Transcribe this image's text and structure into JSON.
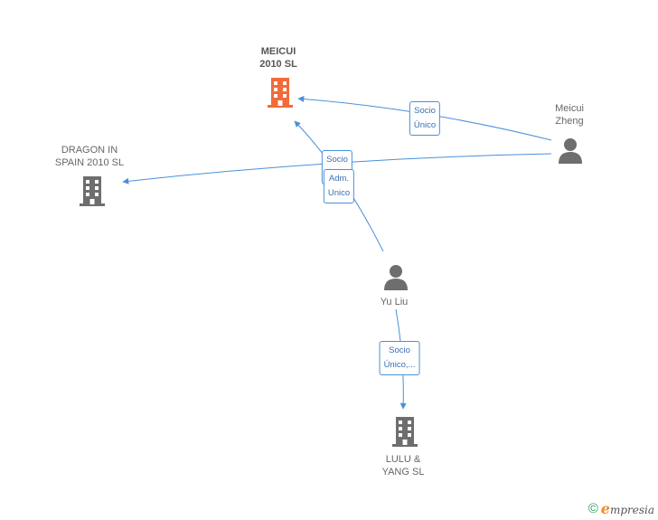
{
  "colors": {
    "edge": "#4a90d9",
    "main_company": "#f26b3a",
    "company": "#6e6e6e",
    "person": "#6e6e6e"
  },
  "nodes": {
    "meicui_2010": {
      "label": "MEICUI\n2010 SL",
      "icon": "building-icon"
    },
    "dragon": {
      "label": "DRAGON IN\nSPAIN 2010 SL",
      "icon": "building-icon"
    },
    "meicui_zheng": {
      "label": "Meicui\nZheng",
      "icon": "person-icon"
    },
    "yu_liu": {
      "label": "Yu Liu",
      "icon": "person-icon"
    },
    "lulu_yang": {
      "label": "LULU &\nYANG SL",
      "icon": "building-icon"
    }
  },
  "edges": {
    "zheng_to_meicui": "Socio\nÚnico",
    "zheng_to_dragon": "Socio\nÚnico",
    "yuliu_to_meicui": "Adm.\nUnico",
    "yuliu_to_lulu": "Socio\nÚnico,..."
  },
  "footer": {
    "copyright": "©",
    "brand_initial": "e",
    "brand_rest": "mpresia"
  }
}
